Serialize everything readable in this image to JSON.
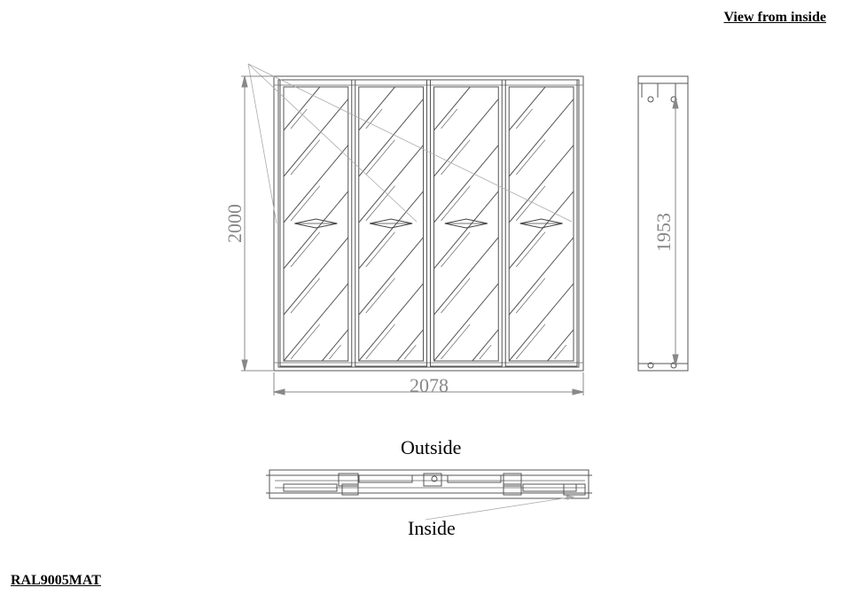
{
  "header": {
    "view_label": "View from inside"
  },
  "footer": {
    "finish_code": "RAL9005MAT"
  },
  "section": {
    "outside_label": "Outside",
    "inside_label": "Inside"
  },
  "dimensions": {
    "height": "2000",
    "width": "2078",
    "profile_height": "1953"
  },
  "colors": {
    "line": "#555555",
    "dimension": "#888888",
    "glass": "#444444"
  },
  "door": {
    "panel_count": 4
  }
}
